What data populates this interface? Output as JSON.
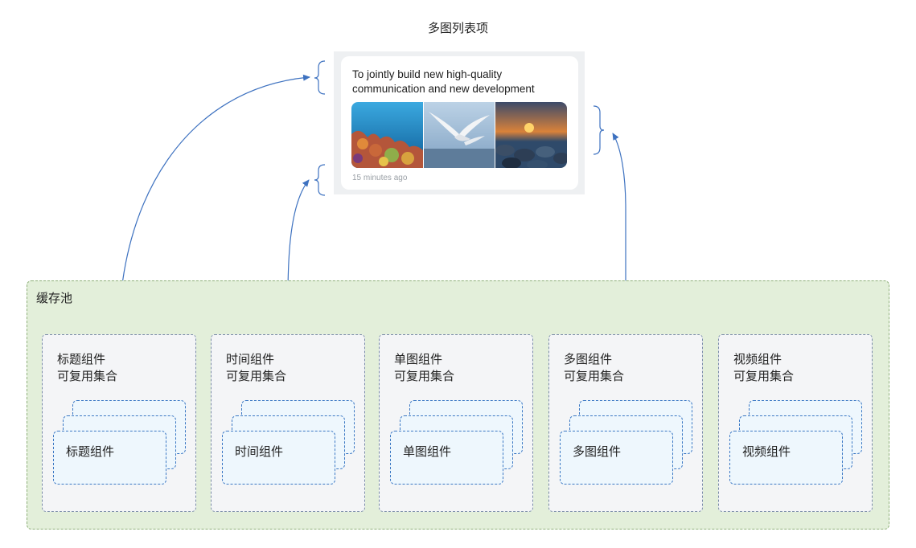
{
  "diagram": {
    "title": "多图列表项",
    "card": {
      "title": "To jointly build new high-quality communication and new development",
      "time": "15 minutes ago",
      "images": [
        "coral-reef-image",
        "seagull-image",
        "sunset-pebbles-image"
      ]
    },
    "pool": {
      "label": "缓存池",
      "groups": [
        {
          "line1": "标题组件",
          "line2": "可复用集合",
          "item": "标题组件"
        },
        {
          "line1": "时间组件",
          "line2": "可复用集合",
          "item": "时间组件"
        },
        {
          "line1": "单图组件",
          "line2": "可复用集合",
          "item": "单图组件"
        },
        {
          "line1": "多图组件",
          "line2": "可复用集合",
          "item": "多图组件"
        },
        {
          "line1": "视频组件",
          "line2": "可复用集合",
          "item": "视频组件"
        }
      ]
    },
    "colors": {
      "arrow": "#3e72c0",
      "pool_bg": "#e3efda",
      "group_border": "#7a8ca8"
    }
  }
}
